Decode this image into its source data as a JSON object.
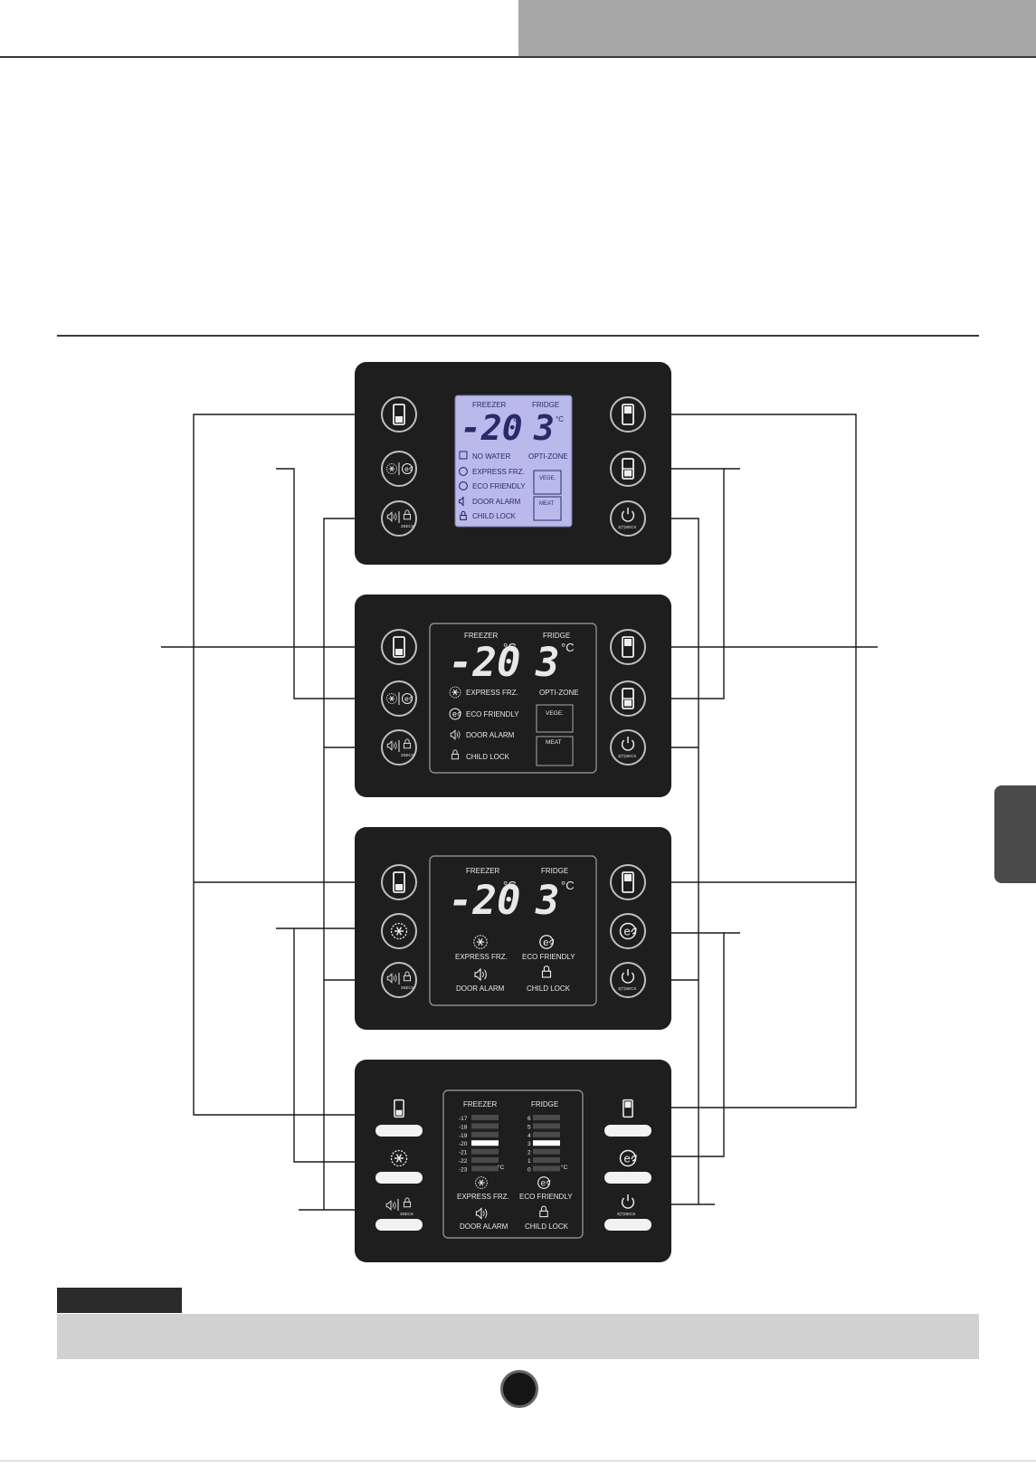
{
  "lcd": {
    "freezer_label": "FREEZER",
    "fridge_label": "FRIDGE",
    "freezer_temp": "-20",
    "fridge_temp": "3",
    "unit": "°C",
    "no_water": "NO WATER",
    "express_frz": "EXPRESS FRZ.",
    "eco_friendly": "ECO FRIENDLY",
    "door_alarm": "DOOR ALARM",
    "child_lock": "CHILD LOCK",
    "opti_zone": "OPTI-ZONE",
    "vege": "VEGE.",
    "meat": "MEAT"
  },
  "buttons": {
    "lock_hold": "3SECS",
    "power_hold": "3(7)SECS"
  },
  "bar_display": {
    "freezer_levels": [
      "-17",
      "-18",
      "-19",
      "-20",
      "-21",
      "-22",
      "-23"
    ],
    "fridge_levels": [
      "6",
      "5",
      "4",
      "3",
      "2",
      "1",
      "0"
    ],
    "unit": "°C",
    "freezer_active_index": 3,
    "fridge_active_index": 3
  },
  "colors": {
    "panel": "#1e1e1e",
    "lcd_blue": "#b9b9ec",
    "outline": "#8c8c8c",
    "active_bar": "#ffffff"
  }
}
